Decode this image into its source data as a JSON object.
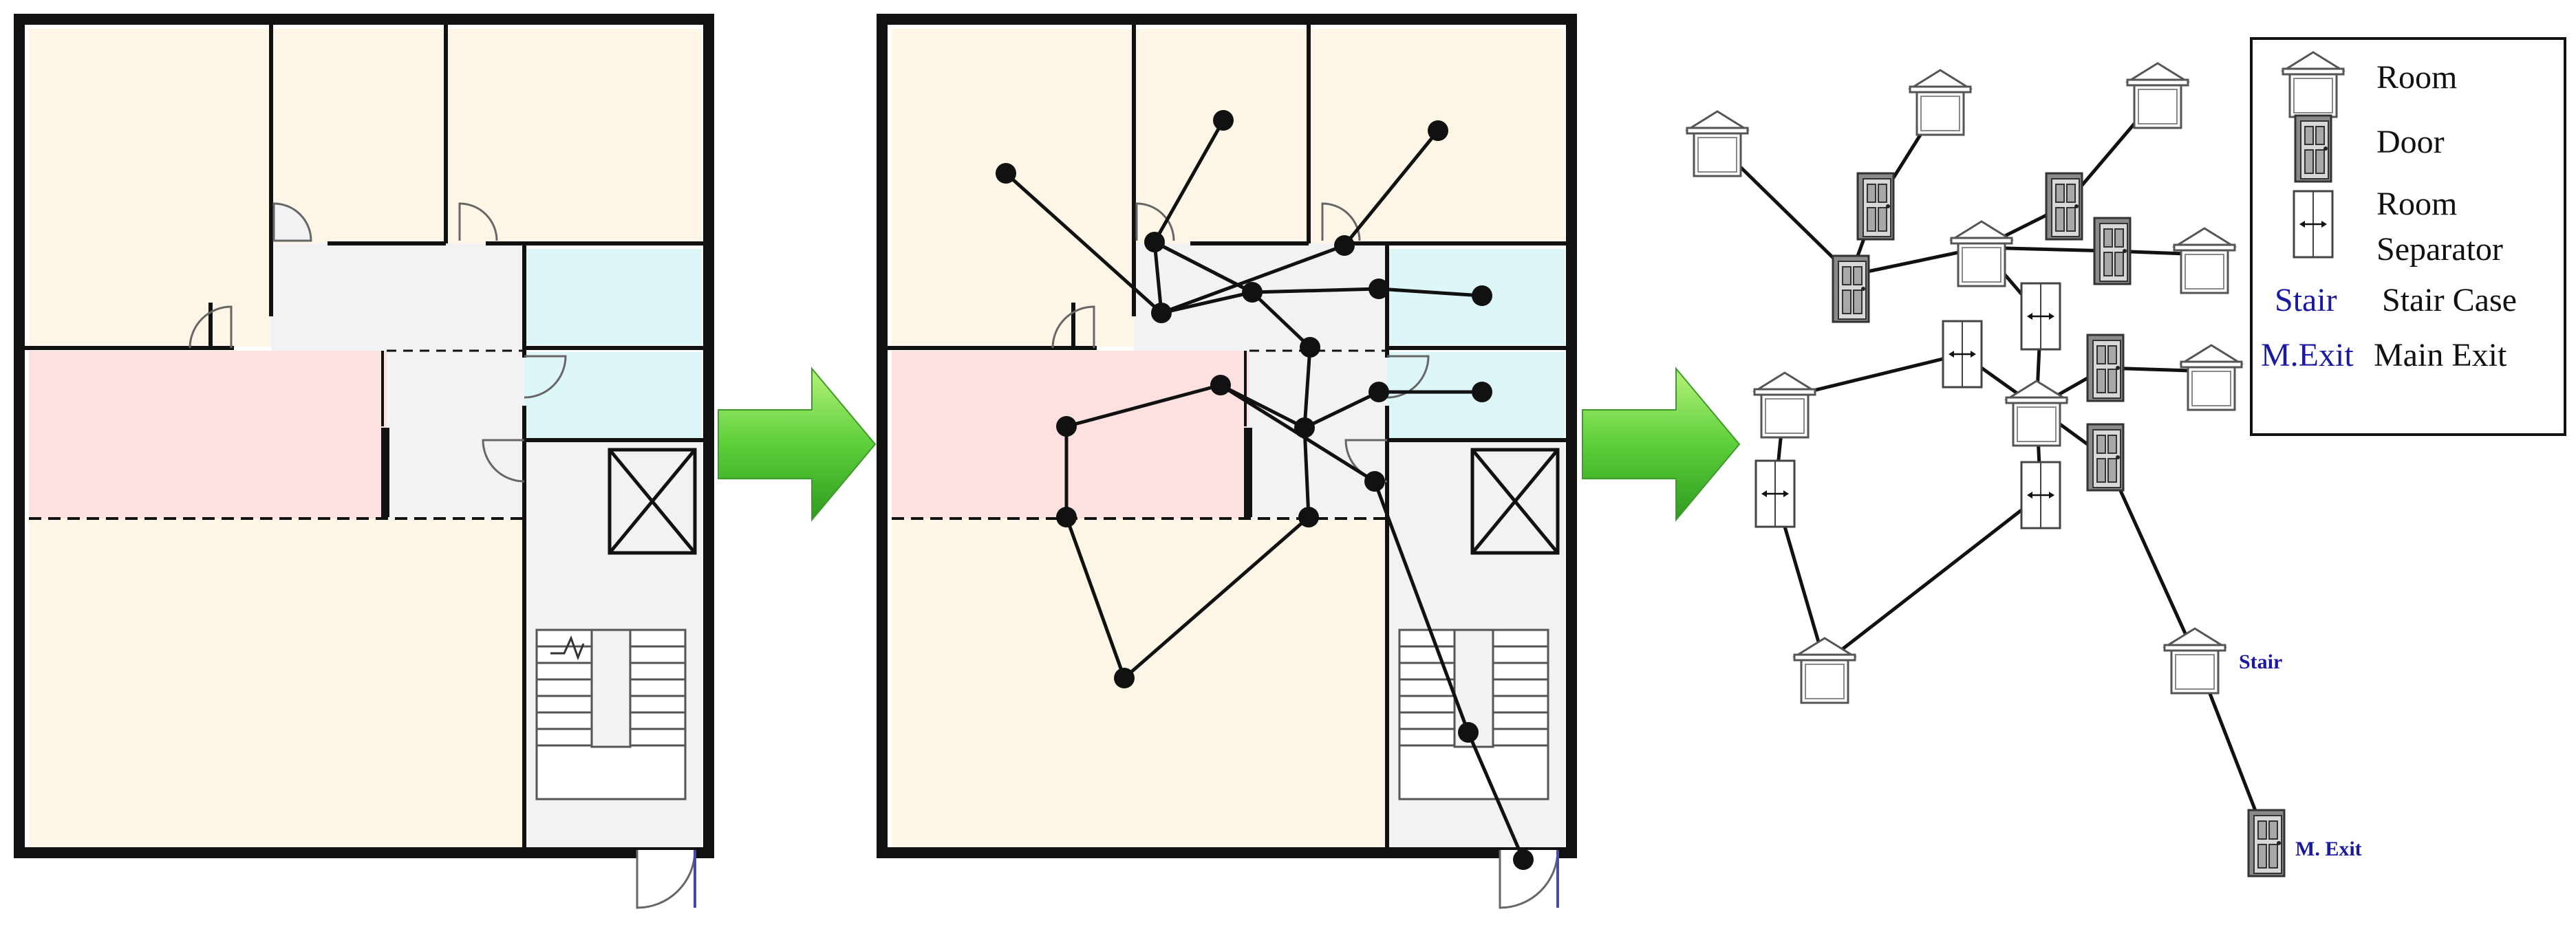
{
  "legend": {
    "room_label": "Room",
    "door_label": "Door",
    "room_separator_label_line1": "Room",
    "room_separator_label_line2": "Separator",
    "stair_symbol": "Stair",
    "stair_label": "Stair Case",
    "main_exit_symbol": "M.Exit",
    "main_exit_label": "Main Exit"
  },
  "graph": {
    "stair_node_label": "Stair",
    "main_exit_node_label": "M. Exit"
  },
  "colors": {
    "room_beige": "#fdf6e6",
    "room_pink": "#fde0e0",
    "room_cyan": "#ddf6f8",
    "corridor_gray": "#f2f1f4",
    "wall_black": "#111111",
    "arrow_green": "#5ccf3a",
    "label_blue": "#1a1aa0"
  }
}
